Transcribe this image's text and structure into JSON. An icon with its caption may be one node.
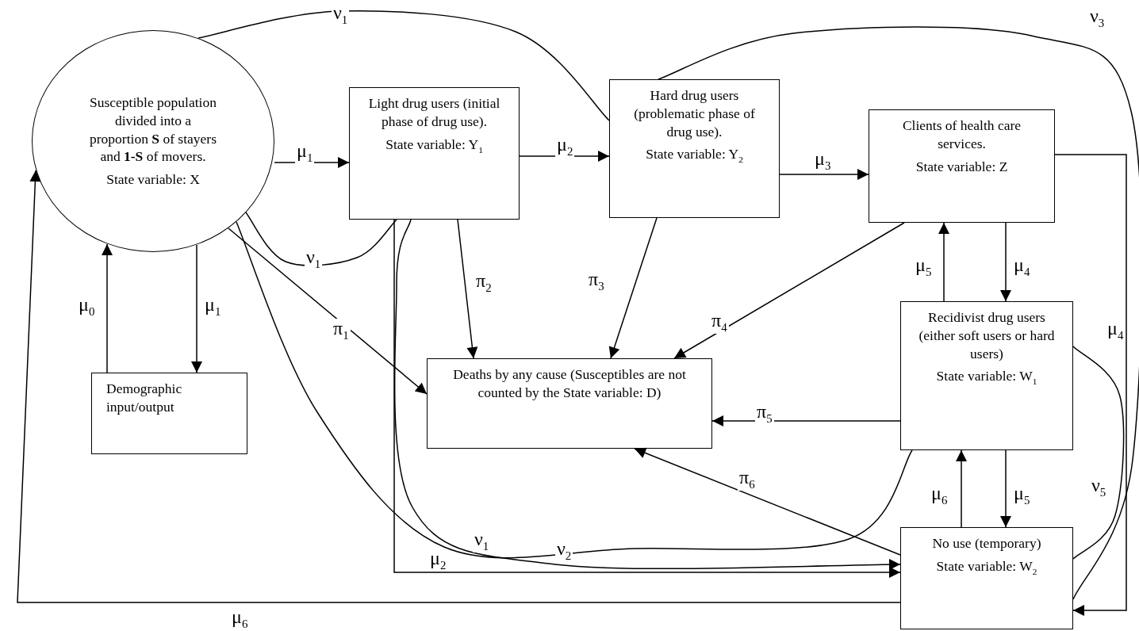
{
  "diagram": {
    "nodes": [
      {
        "text": [
          "Susceptible population divided into a proportion **S** of stayers and **1-S** of movers.",
          "State variable: X"
        ]
      },
      {
        "text": [
          "Light drug users (initial  phase of drug use).",
          "State variable: Y$_{1}$"
        ]
      },
      {
        "text": [
          "Hard drug users (problematic phase of drug use).",
          "State variable: Y$_{2}$"
        ]
      },
      {
        "text": [
          "Clients of health care services.",
          "State variable: Z"
        ]
      },
      {
        "text": [
          "Demographic input/output"
        ]
      },
      {
        "text": [
          "Deaths by any cause (Susceptibles are not counted by the State variable: D)"
        ]
      },
      {
        "text": [
          "Recidivist drug users (either soft users or hard users)",
          "State variable: W$_{1}$"
        ]
      },
      {
        "text": [
          "No use (temporary)",
          "State variable: W$_{2}$"
        ]
      }
    ],
    "edges": [
      {
        "from": 0,
        "to": 1,
        "arrow": "to",
        "label": "μ$_{1}$"
      },
      {
        "from": 1,
        "to": 2,
        "arrow": "to",
        "label": "μ$_{2}$"
      },
      {
        "from": 2,
        "to": 3,
        "arrow": "to",
        "label": "μ$_{3}$"
      },
      {
        "from": 3,
        "to": 7,
        "arrow": "to",
        "label": "μ$_{4}$"
      },
      {
        "from": 3,
        "to": 6,
        "arrow": "to",
        "label": "μ$_{4}$"
      },
      {
        "from": 6,
        "to": 3,
        "arrow": "to",
        "label": "μ$_{5}$"
      },
      {
        "from": 6,
        "to": 7,
        "arrow": "to",
        "label": "μ$_{5}$"
      },
      {
        "from": 7,
        "to": 6,
        "arrow": "to",
        "label": "μ$_{6}$"
      },
      {
        "from": 4,
        "to": 0,
        "arrow": "to",
        "label": "μ$_{0}$"
      },
      {
        "from": 0,
        "to": 4,
        "arrow": "to",
        "label": "μ$_{1}$"
      },
      {
        "from": 0,
        "to": 5,
        "arrow": "to",
        "label": "π$_{1}$"
      },
      {
        "from": 1,
        "to": 5,
        "arrow": "to",
        "label": "π$_{2}$"
      },
      {
        "from": 2,
        "to": 5,
        "arrow": "to",
        "label": "π$_{3}$"
      },
      {
        "from": 3,
        "to": 5,
        "arrow": "to",
        "label": "π$_{4}$"
      },
      {
        "from": 6,
        "to": 5,
        "arrow": "to",
        "label": "π$_{5}$"
      },
      {
        "from": 7,
        "to": 5,
        "arrow": "to",
        "label": "π$_{6}$"
      },
      {
        "from": 1,
        "to": 7,
        "arrow": "to",
        "label": "μ$_{2}$"
      },
      {
        "from": 7,
        "to": 0,
        "arrow": "to",
        "label": "μ$_{6}$"
      },
      {
        "from": 0,
        "to": 2,
        "arrow": "none",
        "label": "ν$_{1}$"
      },
      {
        "from": 0,
        "to": 1,
        "arrow": "none",
        "label": "ν$_{1}$"
      },
      {
        "from": 0,
        "to": 6,
        "arrow": "none",
        "label": "ν$_{1}$"
      },
      {
        "from": 1,
        "to": 7,
        "arrow": "to",
        "label": "ν$_{2}$"
      },
      {
        "from": 2,
        "to": 7,
        "arrow": "none",
        "label": "ν$_{3}$"
      },
      {
        "from": 6,
        "to": 7,
        "arrow": "none",
        "label": "ν$_{5}$"
      }
    ]
  }
}
